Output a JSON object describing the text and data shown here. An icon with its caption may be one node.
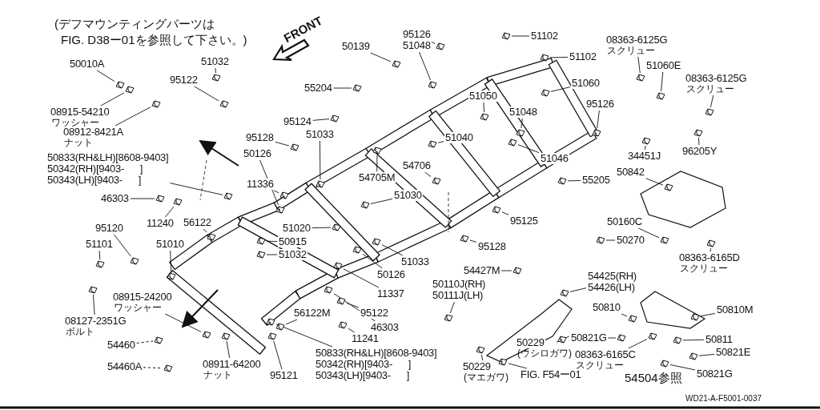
{
  "diagram": {
    "nodes": [
      {
        "text": [
          "50010A"
        ]
      },
      {
        "text": [
          "08915-54210"
        ],
        "beside": [
          "ワッシャー"
        ]
      },
      {
        "text": [
          "08912-8421A"
        ],
        "beside": [
          "ナット"
        ]
      },
      {
        "text": [
          "50833(RH&LH)[8608-9403]",
          "50342(RH)[9403-      ]",
          "50343(LH)[9403-      ]"
        ]
      },
      {
        "text": [
          "46303"
        ]
      },
      {
        "text": [
          "11240"
        ]
      },
      {
        "text": [
          "56122"
        ]
      },
      {
        "text": [
          "95120"
        ]
      },
      {
        "text": [
          "51101"
        ]
      },
      {
        "text": [
          "51010"
        ]
      },
      {
        "text": [
          "08915-24200"
        ],
        "beside": [
          "ワッシャー"
        ]
      },
      {
        "text": [
          "08127-2351G"
        ],
        "beside": [
          "ボルト"
        ]
      },
      {
        "text": [
          "54460"
        ]
      },
      {
        "text": [
          "54460A"
        ]
      },
      {
        "text": [
          "08911-64200"
        ],
        "beside": [
          "ナット"
        ]
      },
      {
        "text": [
          "95121"
        ]
      },
      {
        "text": [
          "50833(RH&LH)[8608-9403]",
          "50342(RH)[9403-      ]",
          "50343(LH)[9403-      ]"
        ]
      },
      {
        "text": [
          "11241"
        ]
      },
      {
        "text": [
          "46303"
        ]
      },
      {
        "text": [
          "95122"
        ]
      },
      {
        "text": [
          "11337"
        ]
      },
      {
        "text": [
          "50126"
        ]
      },
      {
        "text": [
          "51033"
        ]
      },
      {
        "text": [
          "51020"
        ]
      },
      {
        "text": [
          "50915"
        ]
      },
      {
        "text": [
          "51032"
        ]
      },
      {
        "text": [
          "56122M"
        ]
      },
      {
        "text": [
          "51032"
        ]
      },
      {
        "text": [
          "95122"
        ]
      },
      {
        "text": [
          "95124"
        ]
      },
      {
        "text": [
          "95128"
        ]
      },
      {
        "text": [
          "50126"
        ]
      },
      {
        "text": [
          "11336"
        ]
      },
      {
        "text": [
          "51033"
        ]
      },
      {
        "text": [
          "54705M"
        ]
      },
      {
        "text": [
          "51030"
        ]
      },
      {
        "text": [
          "50139"
        ]
      },
      {
        "text": [
          "55204"
        ]
      },
      {
        "text": [
          "95126"
        ]
      },
      {
        "text": [
          "51048"
        ]
      },
      {
        "text": [
          "51102"
        ]
      },
      {
        "text": [
          "51102"
        ]
      },
      {
        "text": [
          "51060"
        ]
      },
      {
        "text": [
          "51050"
        ]
      },
      {
        "text": [
          "51048"
        ]
      },
      {
        "text": [
          "51040"
        ]
      },
      {
        "text": [
          "54706"
        ]
      },
      {
        "text": [
          "51046"
        ]
      },
      {
        "text": [
          "95126"
        ]
      },
      {
        "text": [
          "55205"
        ]
      },
      {
        "text": [
          "08363-6125G"
        ],
        "beside": [
          "スクリュー"
        ]
      },
      {
        "text": [
          "51060E"
        ]
      },
      {
        "text": [
          "08363-6125G"
        ],
        "beside": [
          "スクリュー"
        ]
      },
      {
        "text": [
          "34451J"
        ]
      },
      {
        "text": [
          "96205Y"
        ]
      },
      {
        "text": [
          "50842"
        ]
      },
      {
        "text": [
          "95125"
        ]
      },
      {
        "text": [
          "95128"
        ]
      },
      {
        "text": [
          "54427M"
        ]
      },
      {
        "text": [
          "50110J(RH)",
          "50111J(LH)"
        ]
      },
      {
        "text": [
          "54425(RH)",
          "54426(LH)"
        ]
      },
      {
        "text": [
          "50160C"
        ]
      },
      {
        "text": [
          "50270"
        ]
      },
      {
        "text": [
          "08363-6165D"
        ],
        "beside": [
          "スクリュー"
        ]
      },
      {
        "text": [
          "50810"
        ]
      },
      {
        "text": [
          "50810M"
        ]
      },
      {
        "text": [
          "50821G"
        ]
      },
      {
        "text": [
          "50811"
        ]
      },
      {
        "text": [
          "08363-6165C"
        ],
        "beside": [
          "スクリュー"
        ]
      },
      {
        "text": [
          "50821E"
        ]
      },
      {
        "text": [
          "50821G"
        ]
      },
      {
        "text": [
          "50229"
        ],
        "beside": [
          "(ウシロガワ)"
        ]
      },
      {
        "text": [
          "50229"
        ],
        "beside": [
          "(マエガワ)"
        ]
      },
      {
        "text": [
          "FIG. F54ー01"
        ]
      },
      {
        "text": [],
        "shape": "picture"
      },
      {
        "text": [],
        "shape": "picture"
      },
      {
        "text": [],
        "shape": "picture"
      },
      {
        "text": [],
        "shape": "picture"
      },
      {
        "text": [],
        "shape": "picture"
      },
      {
        "text": [],
        "shape": "picture"
      },
      {
        "text": [],
        "shape": "picture"
      },
      {
        "text": [],
        "shape": "picture"
      },
      {
        "text": [],
        "shape": "picture"
      },
      {
        "text": [],
        "shape": "picture"
      },
      {
        "text": [],
        "shape": "picture"
      },
      {
        "text": [],
        "shape": "picture"
      },
      {
        "text": [],
        "shape": "picture"
      },
      {
        "text": [],
        "shape": "picture"
      },
      {
        "text": [],
        "shape": "picture"
      },
      {
        "text": [],
        "shape": "picture"
      },
      {
        "text": [],
        "shape": "picture"
      },
      {
        "text": [],
        "shape": "picture"
      },
      {
        "text": [],
        "shape": "picture"
      },
      {
        "text": [],
        "shape": "picture"
      },
      {
        "text": [],
        "shape": "picture"
      },
      {
        "text": [],
        "shape": "picture"
      },
      {
        "text": [],
        "shape": "picture"
      },
      {
        "text": [],
        "shape": "picture"
      },
      {
        "text": [],
        "shape": "picture"
      },
      {
        "text": [],
        "shape": "picture"
      },
      {
        "text": [],
        "shape": "picture"
      },
      {
        "text": [],
        "shape": "picture"
      },
      {
        "text": [],
        "shape": "picture"
      },
      {
        "text": [],
        "shape": "picture"
      },
      {
        "text": [],
        "shape": "picture"
      },
      {
        "text": [],
        "shape": "picture"
      },
      {
        "text": [],
        "shape": "picture"
      },
      {
        "text": [],
        "shape": "picture"
      },
      {
        "text": [],
        "shape": "picture"
      },
      {
        "text": [],
        "shape": "picture"
      },
      {
        "text": [],
        "shape": "picture"
      },
      {
        "text": [],
        "shape": "picture"
      },
      {
        "text": [],
        "shape": "picture"
      },
      {
        "text": [],
        "shape": "picture"
      },
      {
        "text": [],
        "shape": "picture"
      },
      {
        "text": [],
        "shape": "picture"
      },
      {
        "text": [],
        "shape": "picture"
      },
      {
        "text": [],
        "shape": "picture"
      },
      {
        "text": [],
        "shape": "picture"
      },
      {
        "text": [],
        "shape": "picture"
      },
      {
        "text": [],
        "shape": "picture"
      },
      {
        "text": [],
        "shape": "picture"
      },
      {
        "text": [],
        "shape": "picture"
      },
      {
        "text": [],
        "shape": "picture"
      },
      {
        "text": [],
        "shape": "picture"
      },
      {
        "text": [],
        "shape": "picture"
      },
      {
        "text": [],
        "shape": "picture"
      },
      {
        "text": [],
        "shape": "picture"
      },
      {
        "text": [],
        "shape": "picture"
      },
      {
        "text": [],
        "shape": "picture"
      },
      {
        "text": [],
        "shape": "picture"
      },
      {
        "text": [],
        "shape": "picture"
      },
      {
        "text": [],
        "shape": "picture"
      },
      {
        "text": [],
        "shape": "picture"
      },
      {
        "text": [],
        "shape": "picture"
      },
      {
        "text": [],
        "shape": "picture"
      },
      {
        "text": [],
        "shape": "picture"
      },
      {
        "text": [],
        "shape": "picture"
      },
      {
        "text": [],
        "shape": "picture"
      },
      {
        "text": [],
        "shape": "picture"
      },
      {
        "text": [],
        "shape": "picture"
      },
      {
        "text": [],
        "shape": "picture"
      },
      {
        "text": [],
        "shape": "picture"
      },
      {
        "text": [],
        "shape": "picture"
      },
      {
        "text": [],
        "shape": "picture"
      },
      {
        "text": [],
        "shape": "picture"
      },
      {
        "text": [],
        "shape": "picture"
      },
      {
        "text": [],
        "shape": "picture"
      }
    ],
    "edges": [
      {
        "from": 0,
        "to": 74,
        "arrow": "none"
      },
      {
        "from": 1,
        "to": 75,
        "arrow": "none"
      },
      {
        "from": 2,
        "to": 76,
        "arrow": "none"
      },
      {
        "from": 3,
        "to": 77,
        "arrow": "none"
      },
      {
        "from": 4,
        "to": 78,
        "arrow": "none"
      },
      {
        "from": 5,
        "to": 79,
        "arrow": "none"
      },
      {
        "from": 6,
        "to": 80,
        "arrow": "none"
      },
      {
        "from": 7,
        "to": 81,
        "arrow": "none"
      },
      {
        "from": 8,
        "to": 82,
        "arrow": "none"
      },
      {
        "from": 9,
        "to": 83,
        "arrow": "none"
      },
      {
        "from": 10,
        "to": 84,
        "arrow": "none"
      },
      {
        "from": 11,
        "to": 85,
        "arrow": "none"
      },
      {
        "from": 12,
        "to": 86,
        "arrow": "none",
        "style": "dashed"
      },
      {
        "from": 13,
        "to": 87,
        "arrow": "none",
        "style": "dashed"
      },
      {
        "from": 14,
        "to": 88,
        "arrow": "none"
      },
      {
        "from": 15,
        "to": 89,
        "arrow": "none"
      },
      {
        "from": 16,
        "to": 90,
        "arrow": "none"
      },
      {
        "from": 17,
        "to": 91,
        "arrow": "none"
      },
      {
        "from": 18,
        "to": 92,
        "arrow": "none"
      },
      {
        "from": 19,
        "to": 93,
        "arrow": "none"
      },
      {
        "from": 20,
        "to": 94,
        "arrow": "none"
      },
      {
        "from": 21,
        "to": 95,
        "arrow": "none"
      },
      {
        "from": 22,
        "to": 96,
        "arrow": "none"
      },
      {
        "from": 23,
        "to": 97,
        "arrow": "none"
      },
      {
        "from": 24,
        "to": 98,
        "arrow": "none"
      },
      {
        "from": 25,
        "to": 99,
        "arrow": "none"
      },
      {
        "from": 26,
        "to": 100,
        "arrow": "none"
      },
      {
        "from": 27,
        "to": 101,
        "arrow": "none"
      },
      {
        "from": 28,
        "to": 102,
        "arrow": "none"
      },
      {
        "from": 29,
        "to": 103,
        "arrow": "none"
      },
      {
        "from": 30,
        "to": 104,
        "arrow": "none"
      },
      {
        "from": 31,
        "to": 105,
        "arrow": "none"
      },
      {
        "from": 32,
        "to": 106,
        "arrow": "none"
      },
      {
        "from": 33,
        "to": 107,
        "arrow": "none"
      },
      {
        "from": 34,
        "to": 108,
        "arrow": "none"
      },
      {
        "from": 35,
        "to": 109,
        "arrow": "none"
      },
      {
        "from": 36,
        "to": 110,
        "arrow": "none"
      },
      {
        "from": 37,
        "to": 111,
        "arrow": "none"
      },
      {
        "from": 38,
        "to": 112,
        "arrow": "none"
      },
      {
        "from": 39,
        "to": 113,
        "arrow": "none"
      },
      {
        "from": 40,
        "to": 114,
        "arrow": "none"
      },
      {
        "from": 41,
        "to": 115,
        "arrow": "none"
      },
      {
        "from": 42,
        "to": 116,
        "arrow": "none"
      },
      {
        "from": 43,
        "to": 117,
        "arrow": "none"
      },
      {
        "from": 44,
        "to": 118,
        "arrow": "none"
      },
      {
        "from": 45,
        "to": 119,
        "arrow": "none"
      },
      {
        "from": 46,
        "to": 120,
        "arrow": "none"
      },
      {
        "from": 47,
        "to": 121,
        "arrow": "none"
      },
      {
        "from": 48,
        "to": 122,
        "arrow": "none"
      },
      {
        "from": 49,
        "to": 123,
        "arrow": "none"
      },
      {
        "from": 50,
        "to": 124,
        "arrow": "none"
      },
      {
        "from": 51,
        "to": 125,
        "arrow": "none"
      },
      {
        "from": 52,
        "to": 126,
        "arrow": "none"
      },
      {
        "from": 53,
        "to": 127,
        "arrow": "none"
      },
      {
        "from": 54,
        "to": 128,
        "arrow": "none"
      },
      {
        "from": 55,
        "to": 129,
        "arrow": "none"
      },
      {
        "from": 56,
        "to": 130,
        "arrow": "none"
      },
      {
        "from": 57,
        "to": 131,
        "arrow": "none"
      },
      {
        "from": 58,
        "to": 132,
        "arrow": "none"
      },
      {
        "from": 59,
        "to": 133,
        "arrow": "none"
      },
      {
        "from": 60,
        "to": 134,
        "arrow": "none"
      },
      {
        "from": 61,
        "to": 135,
        "arrow": "none"
      },
      {
        "from": 62,
        "to": 136,
        "arrow": "none"
      },
      {
        "from": 63,
        "to": 137,
        "arrow": "none"
      },
      {
        "from": 64,
        "to": 138,
        "arrow": "none"
      },
      {
        "from": 65,
        "to": 139,
        "arrow": "none"
      },
      {
        "from": 66,
        "to": 140,
        "arrow": "none"
      },
      {
        "from": 67,
        "to": 141,
        "arrow": "none"
      },
      {
        "from": 68,
        "to": 142,
        "arrow": "none"
      },
      {
        "from": 69,
        "to": 143,
        "arrow": "none"
      },
      {
        "from": 70,
        "to": 144,
        "arrow": "none"
      },
      {
        "from": 71,
        "to": 145,
        "arrow": "none"
      },
      {
        "from": 72,
        "to": 146,
        "arrow": "none"
      },
      {
        "from": 73,
        "to": 147,
        "arrow": "none"
      }
    ],
    "labels": [
      "(デフマウンティングパーツは",
      "FIG. D38ー01を参照して下さい。)",
      "FRONT",
      "54504参照",
      "WD21-A-F5001-0037"
    ]
  }
}
